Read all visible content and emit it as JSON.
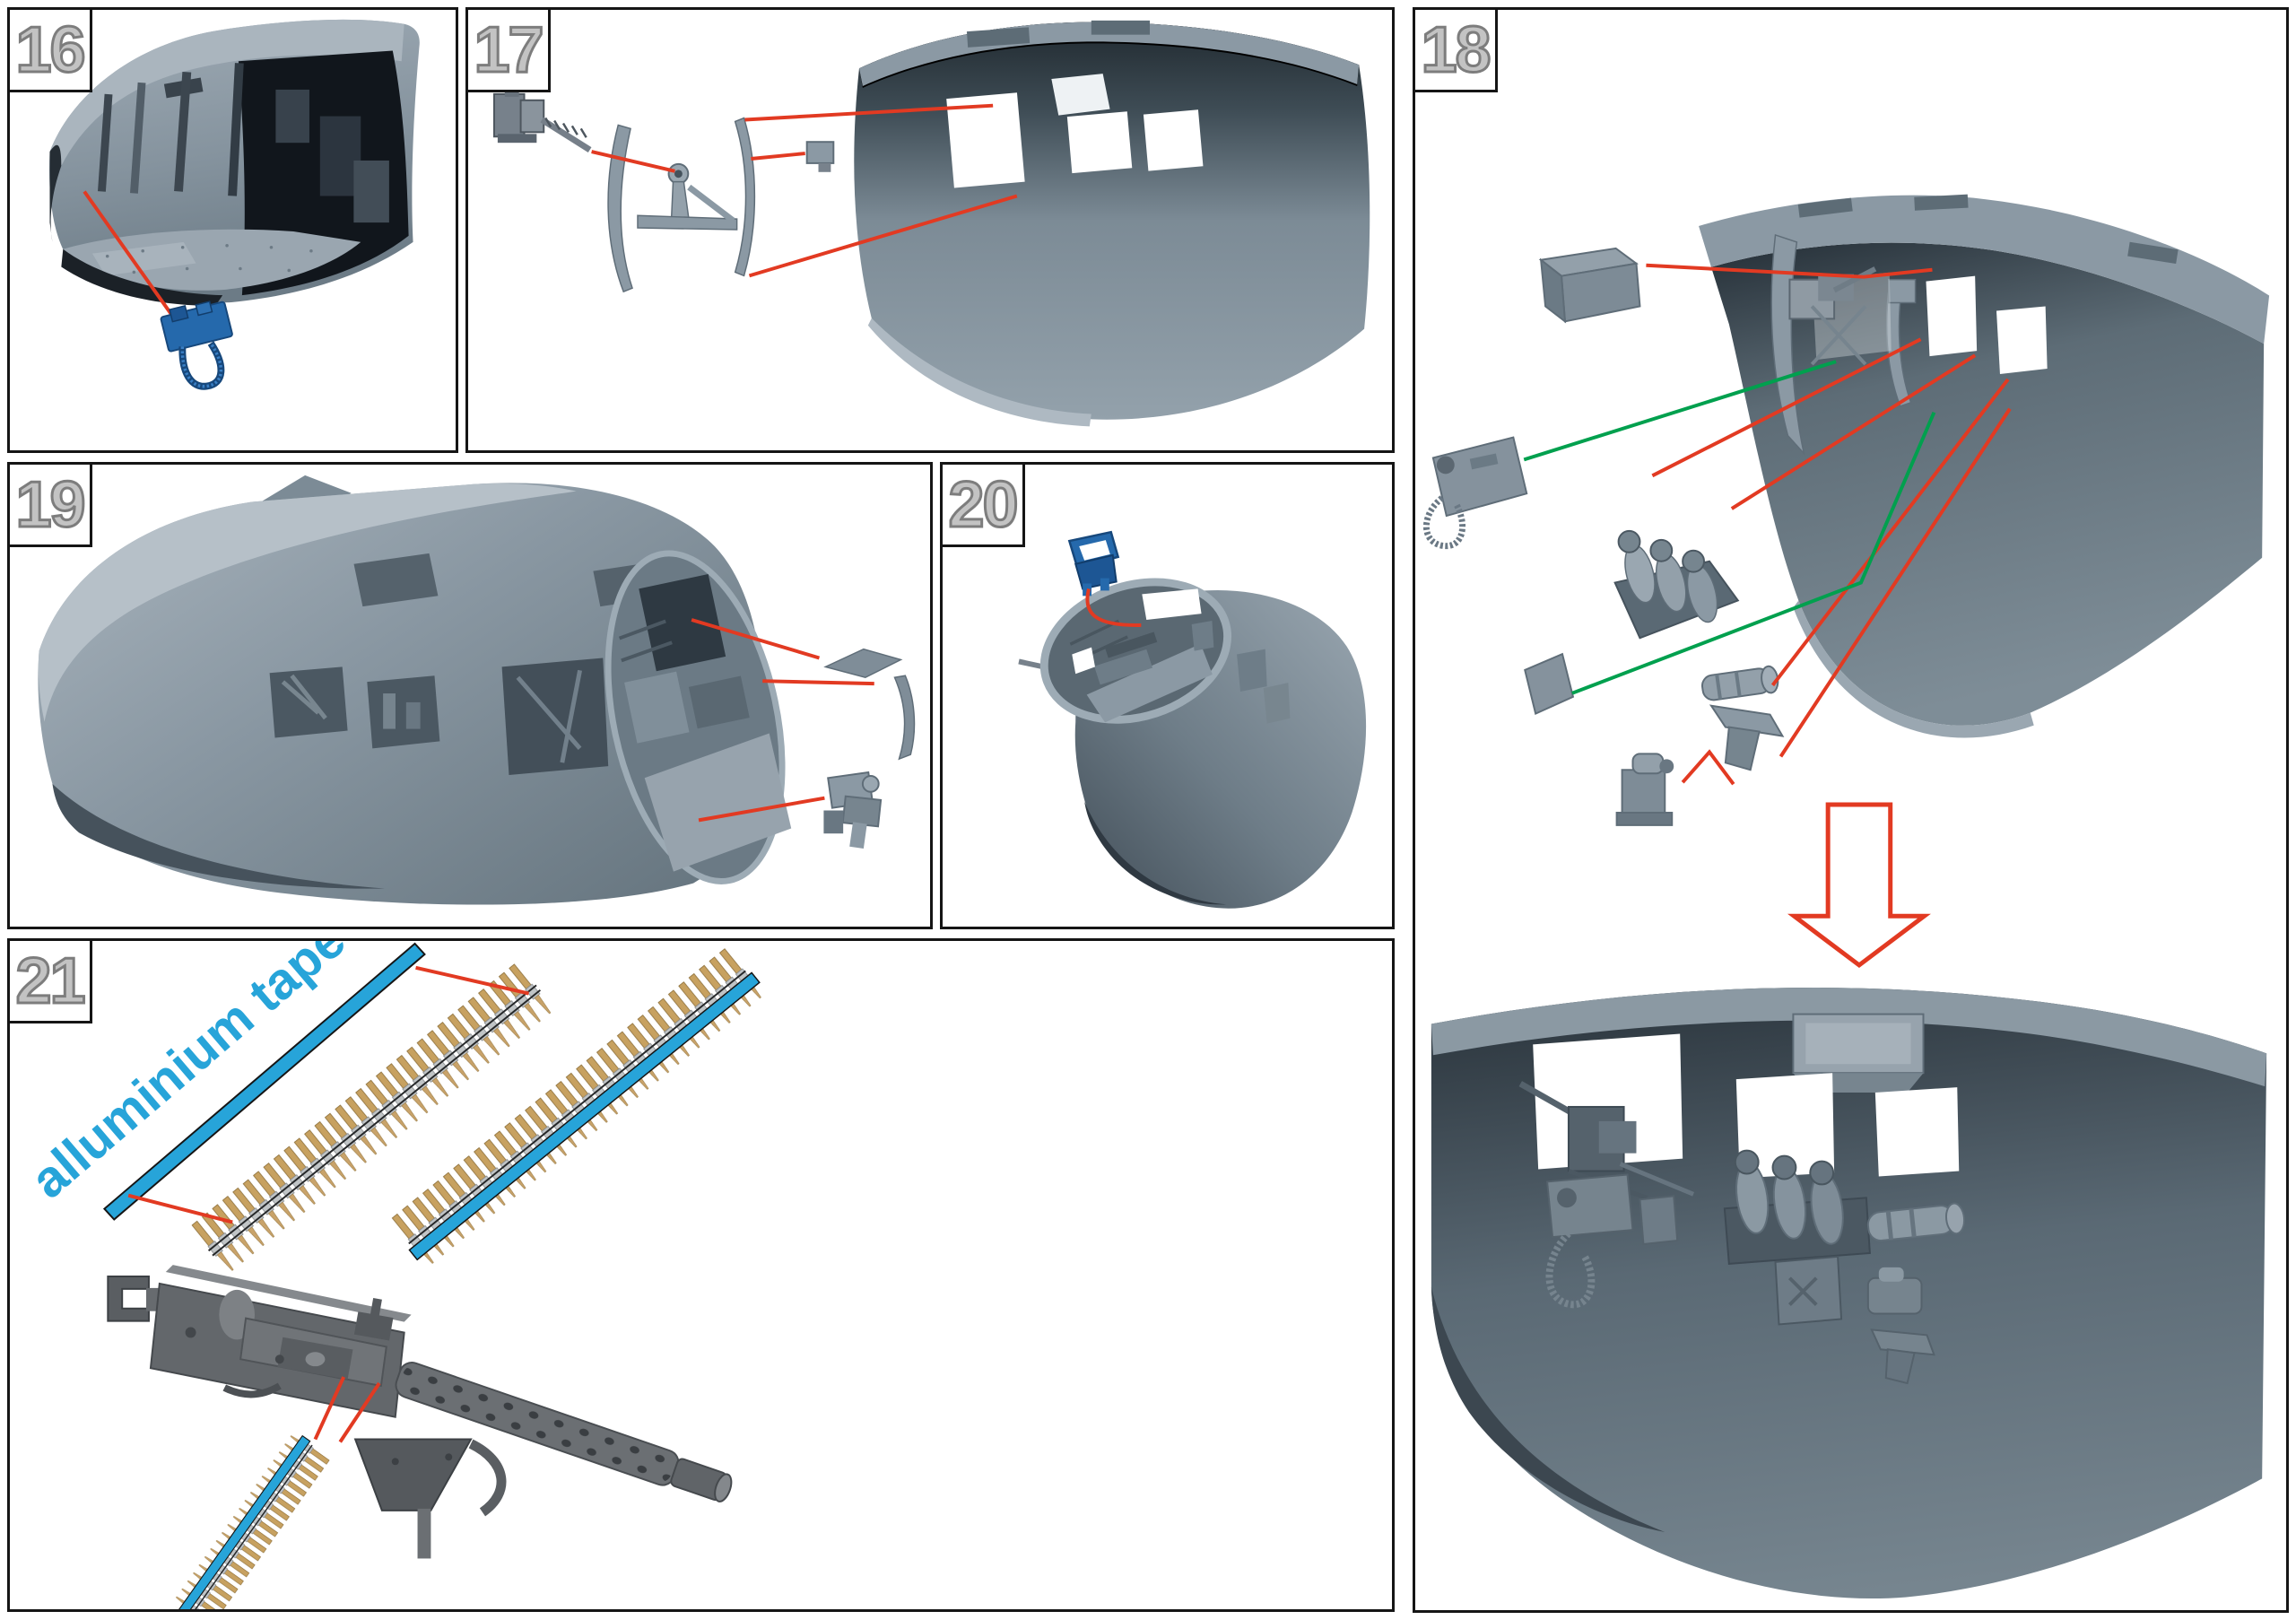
{
  "document": {
    "kind": "model-kit-assembly-instructions",
    "steps_shown": [
      "16",
      "17",
      "18",
      "19",
      "20",
      "21"
    ]
  },
  "steps": {
    "step16": "16",
    "step17": "17",
    "step18": "18",
    "step19": "19",
    "step20": "20",
    "step21": "21"
  },
  "labels": {
    "aluminium_tape": "alluminium tape"
  },
  "colors": {
    "callout_red": "#e23a22",
    "callout_green": "#00a04e",
    "tape_cyan": "#27a4d9",
    "painted_part_blue": "#2569ac",
    "cartridge_brass": "#c7a160",
    "belt_link_silver": "#c0c4c6",
    "plastic_gray": "#8b99a4",
    "gun_gray": "#63676b",
    "step_number_gray": "#c3c3c3",
    "panel_border_black": "#151515"
  },
  "icons": {
    "down_arrow": "assembly-result-arrow"
  }
}
